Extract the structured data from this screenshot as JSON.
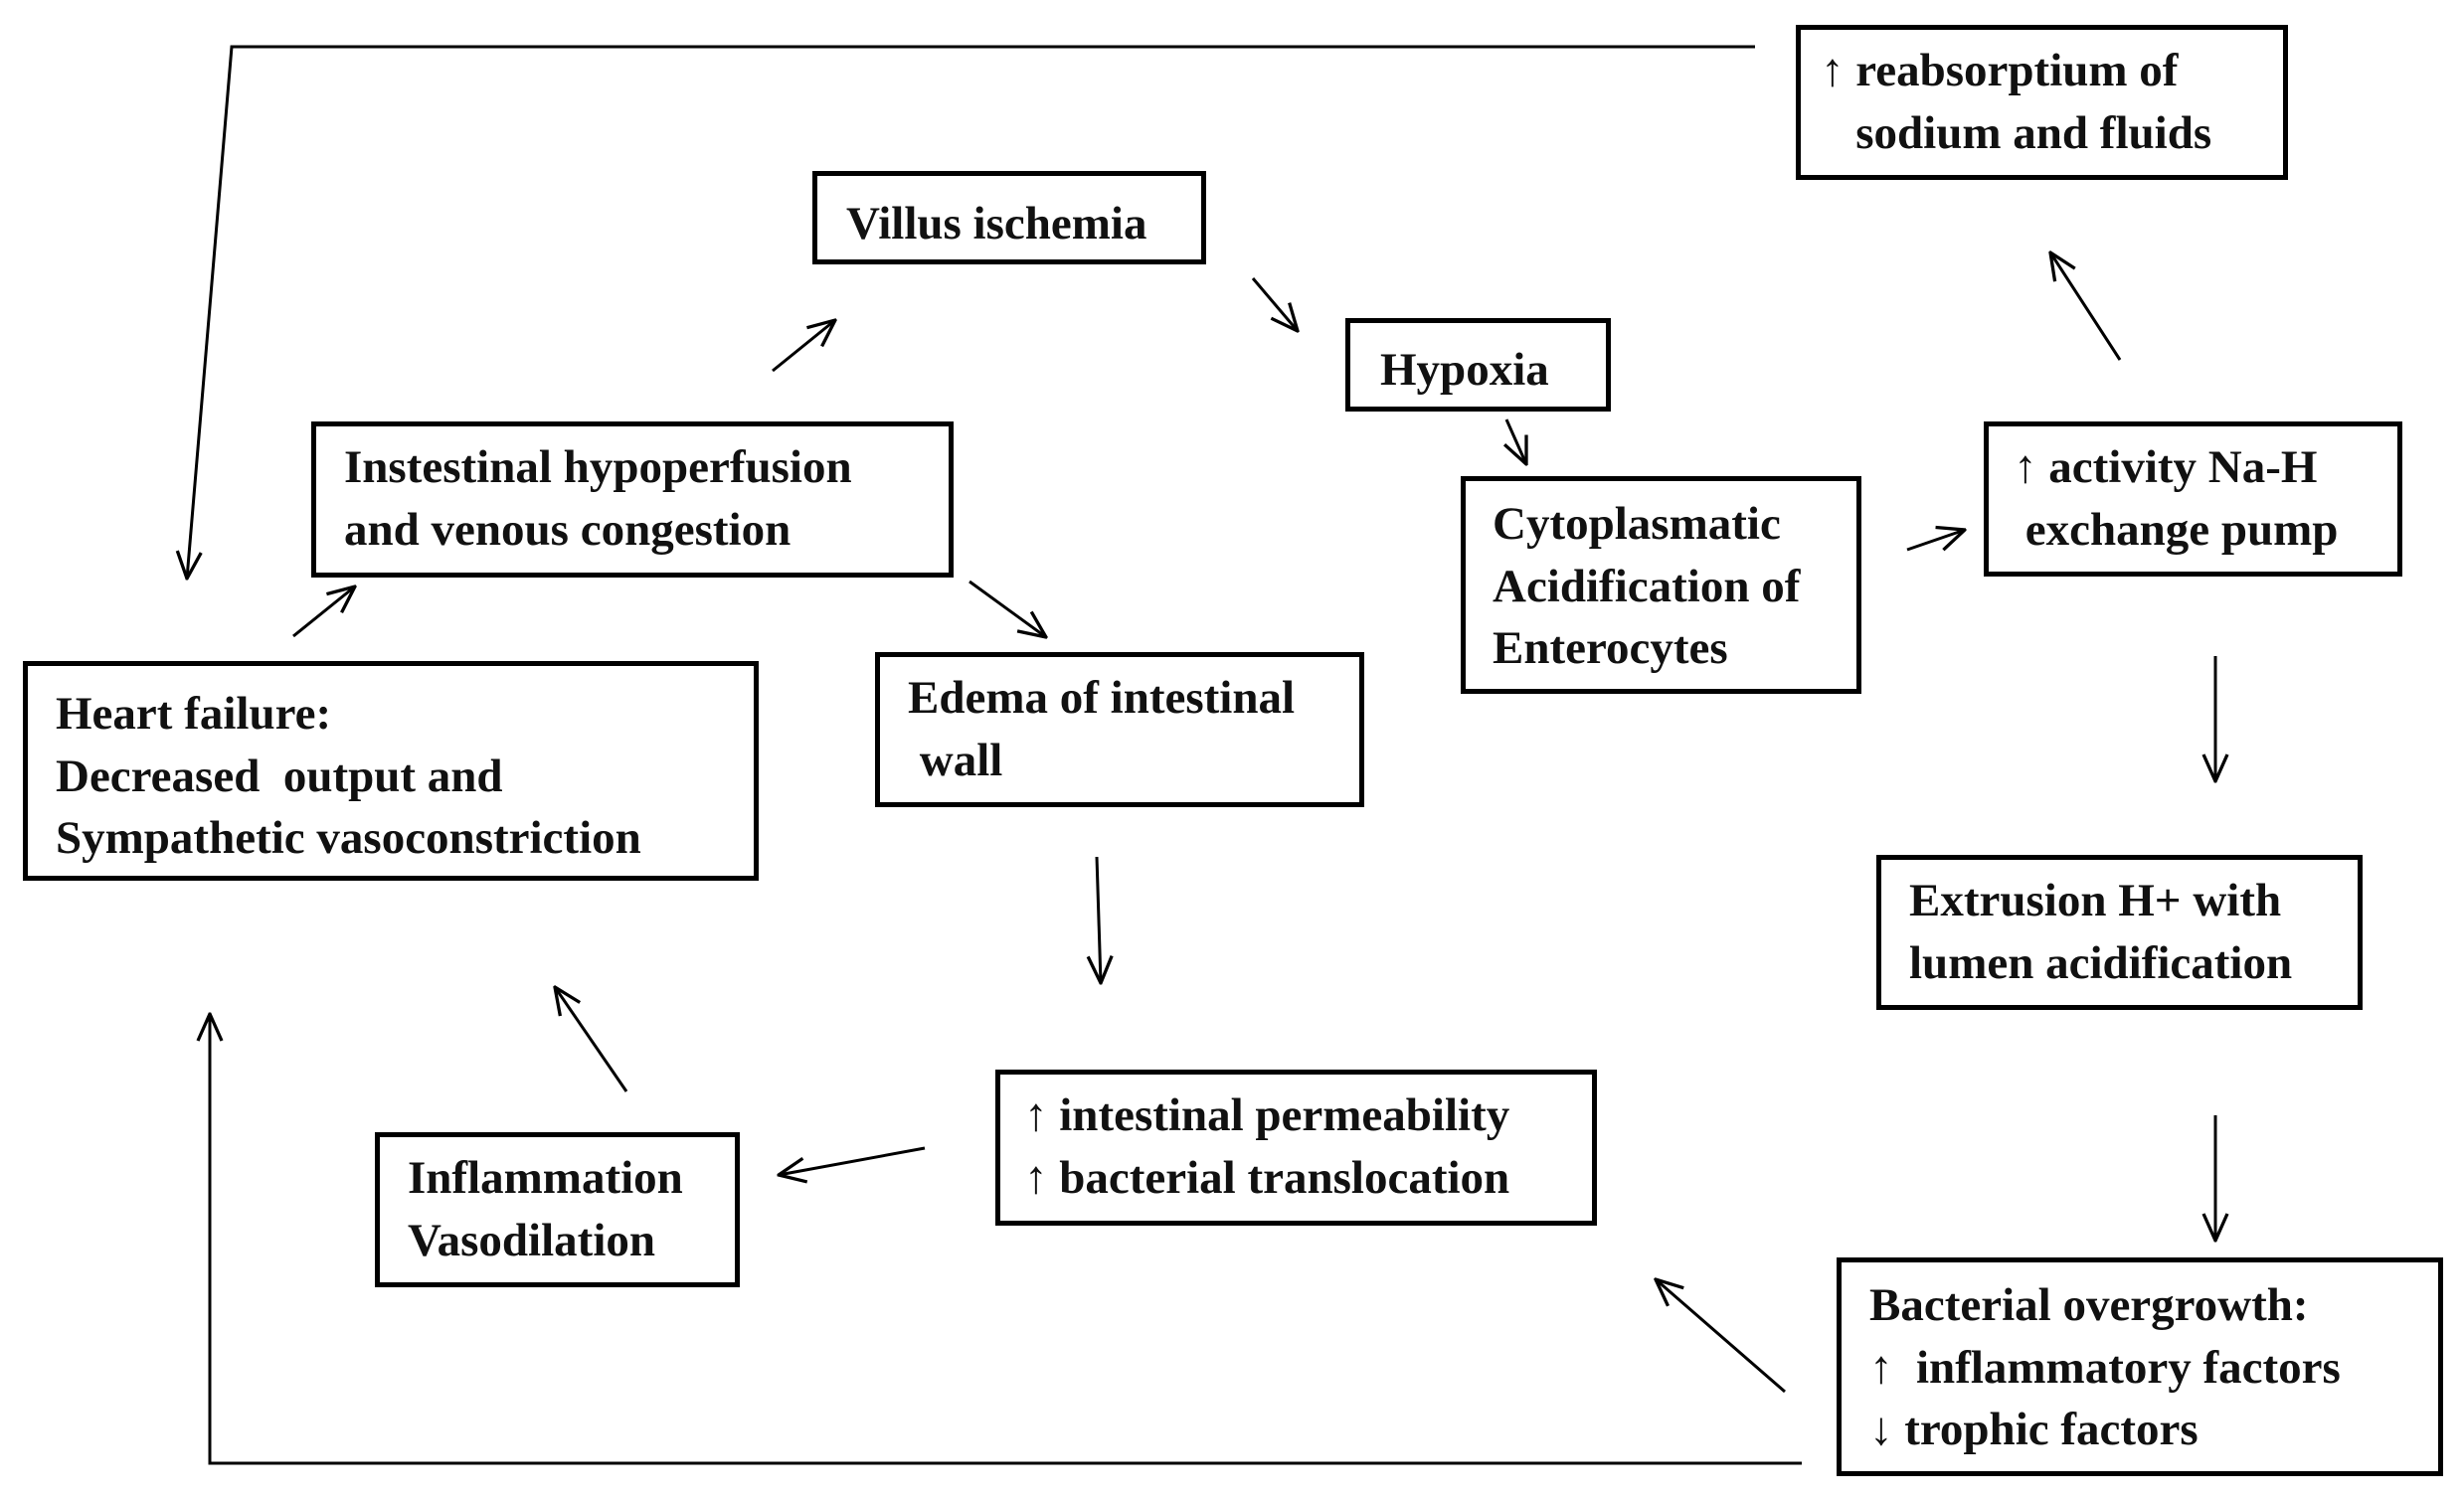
{
  "nodes": {
    "reabsorption": [
      "↑ reabsorptium of",
      "   sodium and fluids"
    ],
    "villus": [
      "Villus ischemia"
    ],
    "hypoxia": [
      "Hypoxia"
    ],
    "hypoperfusion": [
      "Instestinal hypoperfusion",
      "and venous congestion"
    ],
    "acidification": [
      "Cytoplasmatic",
      "Acidification of",
      "Enterocytes"
    ],
    "na_h_pump": [
      "↑ activity Na-H",
      " exchange pump"
    ],
    "heart_failure": [
      "Heart failure:",
      "Decreased  output and",
      "Sympathetic vasoconstriction"
    ],
    "edema": [
      "Edema of intestinal",
      " wall"
    ],
    "extrusion": [
      "Extrusion H+ with",
      "lumen acidification"
    ],
    "permeability": [
      "↑ intestinal permeability",
      "↑ bacterial translocation"
    ],
    "inflammation": [
      "Inflammation",
      "Vasodilation"
    ],
    "bacterial": [
      "Bacterial overgrowth:",
      "↑  inflammatory factors",
      "↓ trophic factors"
    ]
  },
  "colors": {
    "stroke": "#000000",
    "text": "#111111",
    "background": "#ffffff"
  }
}
